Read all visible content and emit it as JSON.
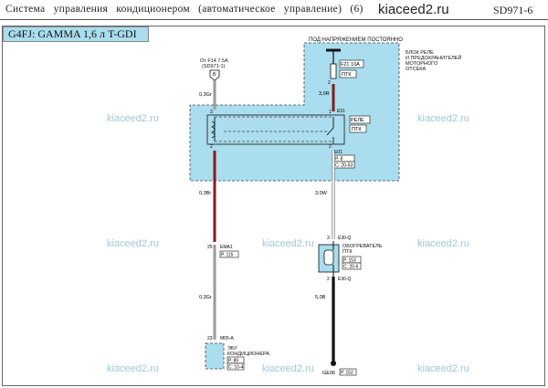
{
  "header": {
    "title": "Система управления кондиционером (автоматическое управление) (6)",
    "site": "kiaceed2.ru",
    "page_code": "SD971-6"
  },
  "engine_label": "G4FJ: GAMMA 1,6 л T-GDI",
  "watermark": "kiaceed2.ru",
  "fuse_source": {
    "line1": "От F14 7.5A",
    "line2": "(SD971-1)",
    "node": "B",
    "wire": "0,3Gr"
  },
  "box_labels": {
    "powered": "ПОД НАПРЯЖЕНИЕМ ПОСТОЯННО",
    "relay_box_1": "БЛОК РЕЛЕ",
    "relay_box_2": "И ПРЕДОХРАНИТЕЛЕЙ",
    "relay_box_3": "МОТОРНОГО",
    "relay_box_4": "ОТСЕКА"
  },
  "fuse": {
    "name": "F21 10A",
    "ref": "ПТК"
  },
  "relay": {
    "name": "РЕЛЕ",
    "ref": "ПТК",
    "connector": "E51",
    "conn2": "E01",
    "conn2_ref_1": "P. 8",
    "conn2_ref_2": "C: 20-53"
  },
  "pins": {
    "fuse_out": "2",
    "relay_in_1": "3",
    "relay_in_2": "1",
    "relay_out": "2",
    "relay_e51": "1",
    "relay_e51b": "1",
    "relay_pin_right": "2",
    "e01": "13",
    "emai": "25",
    "heater_top": "3",
    "heater_bottom": "2",
    "ecu": "23"
  },
  "wires": {
    "fuse_relay": "3,0R",
    "left_mid": "0,3Br",
    "right_mid": "3,0W",
    "left_low": "0,3Gr",
    "right_low": "5,0B"
  },
  "connectors": {
    "emai": "EMA1",
    "emai_ref": "P. 115",
    "heater_top": "E30-Q",
    "heater_bottom": "E30-Q",
    "ecu_conn": "M05-A"
  },
  "heater": {
    "line1": "ОБОГРЕВАТЕЛЬ",
    "line2": "ПТК",
    "ref1": "P. 153",
    "ref2": "C: 20-6"
  },
  "ecu": {
    "line1": "ЭБУ",
    "line2": "КОНДИЦИОНЕРА",
    "ref1": "P. 89",
    "ref2": "C: 10-4"
  },
  "ground": {
    "name": "GE06",
    "ref": "P. 152"
  },
  "colors": {
    "box_fill": "#aaddee",
    "wire_brown": "#8b1a1a",
    "wire_gray": "#9a9a9a",
    "wire_black": "#111111",
    "wire_white": "#e8e8e8"
  }
}
